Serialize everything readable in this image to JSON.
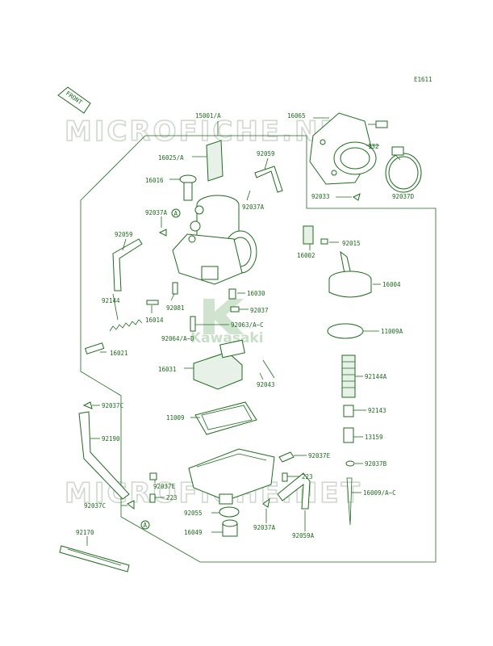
{
  "code": "E1611",
  "front_label": "FRONT",
  "watermark": "MICROFICHE.NET",
  "brand_text": "Kawasaki",
  "callout_mark": "A",
  "parts": {
    "p15001": "15001/A",
    "p16065": "16065",
    "p132": "132",
    "p92037D": "92037D",
    "p92033": "92033",
    "p16025": "16025/A",
    "p92059a": "92059",
    "p16016": "16016",
    "p92037Aa": "92037A",
    "p92037Ab": "92037A",
    "p92059b": "92059",
    "p92144": "92144",
    "p92081": "92081",
    "p16014": "16014",
    "p16021": "16021",
    "p16002": "16002",
    "p92015": "92015",
    "p16004": "16004",
    "p16030": "16030",
    "p92037": "92037",
    "p92063": "92063/A~C",
    "p92064": "92064/A~D",
    "p11009A": "11009A",
    "p16031": "16031",
    "p92043": "92043",
    "p92144A": "92144A",
    "p92037Ca": "92037C",
    "p11009": "11009",
    "p92143": "92143",
    "p92190": "92190",
    "p13159": "13159",
    "p92037Ea": "92037E",
    "p92037B": "92037B",
    "p223a": "223",
    "p92037Eb": "92037E",
    "p223b": "223",
    "p16009": "16009/A~C",
    "p92037Cb": "92037C",
    "p92055": "92055",
    "p16049": "16049",
    "p92037Ac": "92037A",
    "p92059A": "92059A",
    "p92170": "92170"
  }
}
